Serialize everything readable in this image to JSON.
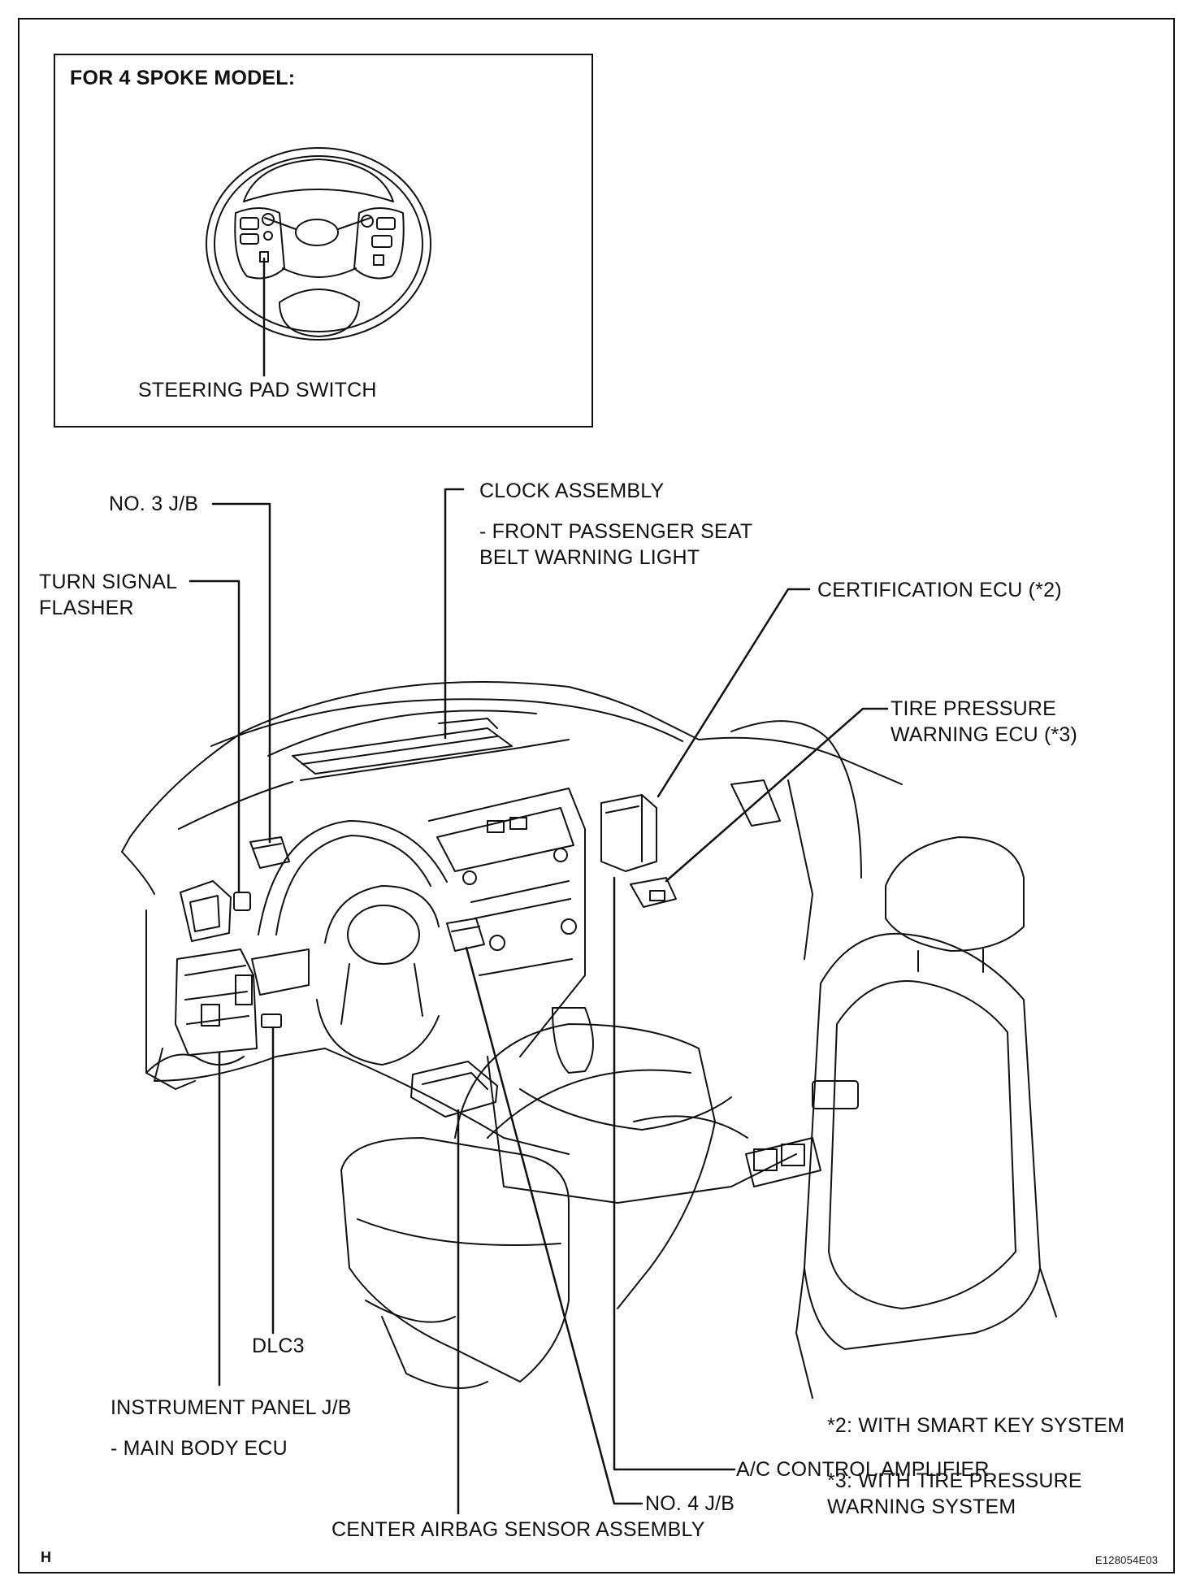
{
  "inset": {
    "title": "FOR 4 SPOKE MODEL:",
    "steering_pad_switch": "STEERING PAD SWITCH"
  },
  "labels": {
    "no3_jb": "NO. 3 J/B",
    "turn_signal_1": "TURN SIGNAL",
    "turn_signal_2": "FLASHER",
    "clock_assembly": "CLOCK ASSEMBLY",
    "front_pass_1": "- FRONT PASSENGER SEAT",
    "front_pass_2": "BELT WARNING LIGHT",
    "certification_ecu": "CERTIFICATION ECU (*2)",
    "tire_ecu_1": "TIRE PRESSURE",
    "tire_ecu_2": "WARNING ECU (*3)",
    "dlc3": "DLC3",
    "ac_amp": "A/C CONTROL AMPLIFIER",
    "no4_jb": "NO. 4 J/B",
    "ip_jb": "INSTRUMENT PANEL J/B",
    "main_body_ecu": "- MAIN BODY ECU",
    "center_airbag": "CENTER AIRBAG SENSOR ASSEMBLY"
  },
  "notes": {
    "note2": "*2: WITH SMART KEY SYSTEM",
    "note3_1": "*3: WITH TIRE PRESSURE",
    "note3_2": "WARNING SYSTEM"
  },
  "footer": {
    "page_letter": "H",
    "figure_id": "E128054E03"
  }
}
